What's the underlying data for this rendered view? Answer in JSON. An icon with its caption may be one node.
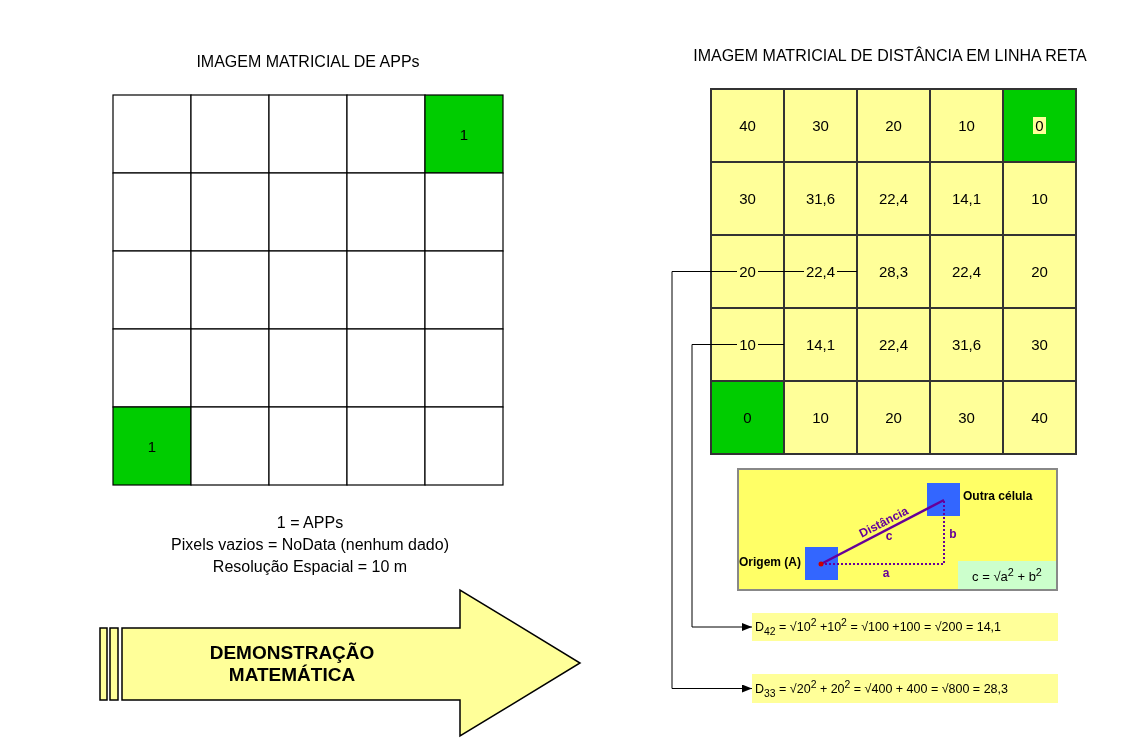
{
  "diagram": {
    "nodes": [
      {
        "text": [
          "28,3"
        ]
      },
      {
        "text": [
          "14,1"
        ]
      },
      {
        "text": [
          "D$_{42}$ = √10$^{2}$ +10$^{2}$ = √100 +100 = √200 = 14,1"
        ]
      },
      {
        "text": [
          "D$_{33}$ = √20$^{2}$ + 20$^{2}$ = √400 + 400 = √800 = 28,3"
        ]
      },
      {
        "text": [
          "DEMONSTRAÇÃO MATEMÁTICA"
        ]
      }
    ],
    "edges": [
      {
        "from": 1,
        "to": 2,
        "arrow": "to"
      },
      {
        "from": 0,
        "to": 3,
        "arrow": "to"
      }
    ],
    "labels": [
      "IMAGEM MATRICIAL DE APPs",
      "IMAGEM MATRICIAL DE DISTÂNCIA EM LINHA RETA",
      "1",
      "1",
      "40",
      "30",
      "20",
      "10",
      "0",
      "30",
      "31,6",
      "22,4",
      "14,1",
      "10",
      "20",
      "22,4",
      "22,4",
      "20",
      "10",
      "22,4",
      "31,6",
      "30",
      "0",
      "10",
      "20",
      "30",
      "40",
      "1 = APPs",
      "Pixels vazios = NoData (nenhum dado)",
      "Resolução Espacial = 10 m",
      "Outra célula",
      "Distância",
      "c",
      "b",
      "Origem (A)",
      "a",
      "c = √a$^{2}$ + b$^{2}$"
    ]
  }
}
